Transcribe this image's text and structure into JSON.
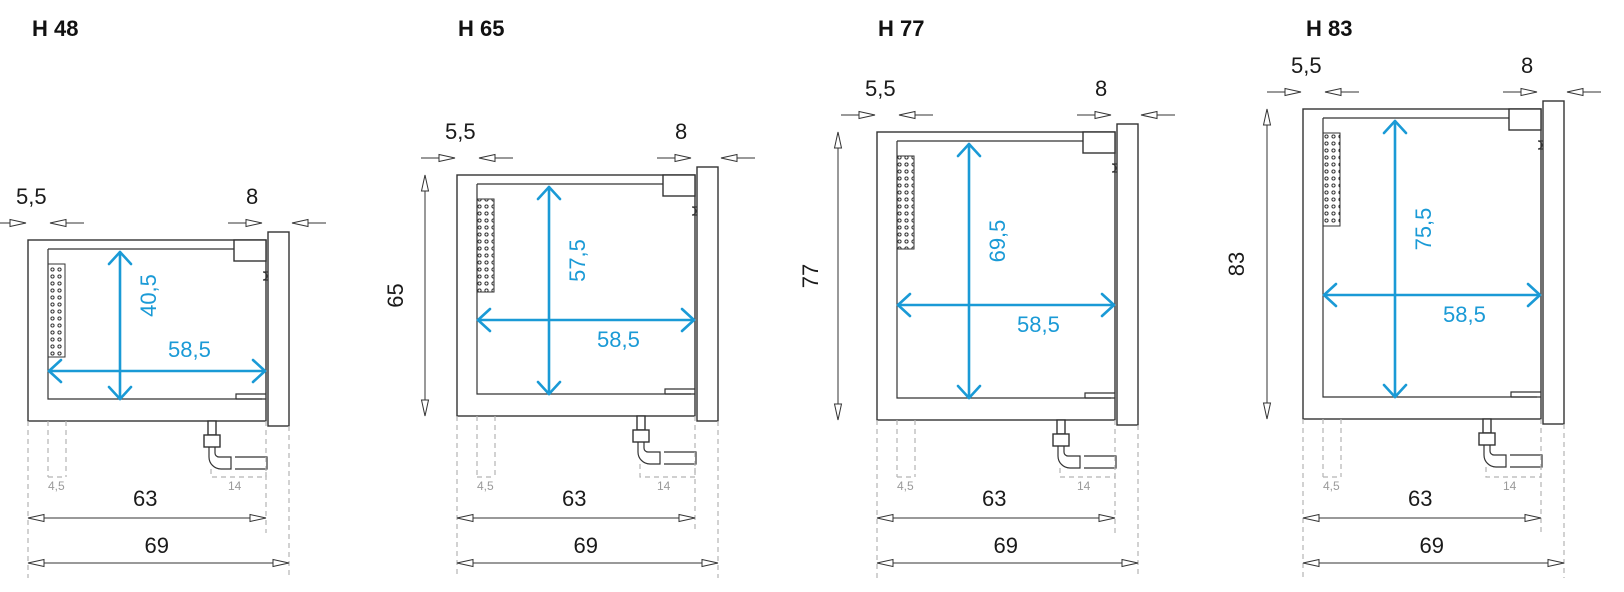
{
  "colors": {
    "accent": "#1a9ad6",
    "line": "#333333",
    "dash": "#b5b5b5"
  },
  "views": [
    {
      "title": "H 48",
      "height": "",
      "interior_height": "40,5",
      "interior_width": "58,5",
      "left_gap": "5,5",
      "right_gap": "8",
      "inner_width": "63",
      "outer_width": "69",
      "side_offset": "4,5",
      "drain_offset": "14"
    },
    {
      "title": "H 65",
      "height": "65",
      "interior_height": "57,5",
      "interior_width": "58,5",
      "left_gap": "5,5",
      "right_gap": "8",
      "inner_width": "63",
      "outer_width": "69",
      "side_offset": "4,5",
      "drain_offset": "14"
    },
    {
      "title": "H 77",
      "height": "77",
      "interior_height": "69,5",
      "interior_width": "58,5",
      "left_gap": "5,5",
      "right_gap": "8",
      "inner_width": "63",
      "outer_width": "69",
      "side_offset": "4,5",
      "drain_offset": "14"
    },
    {
      "title": "H 83",
      "height": "83",
      "interior_height": "75,5",
      "interior_width": "58,5",
      "left_gap": "5,5",
      "right_gap": "8",
      "inner_width": "63",
      "outer_width": "69",
      "side_offset": "4,5",
      "drain_offset": "14"
    }
  ]
}
